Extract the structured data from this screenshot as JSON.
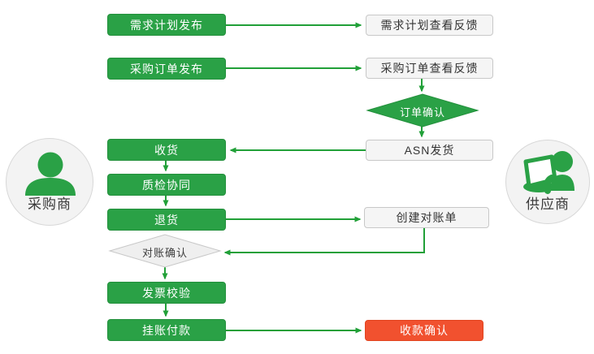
{
  "colors": {
    "process_green": "#2aa146",
    "process_green_border": "#23903c",
    "connector_green": "#21a038",
    "gray_box_bg": "#f5f5f5",
    "gray_box_border": "#c8c8c8",
    "diamond_gray_bg": "#efefef",
    "terminal_red": "#f1512f",
    "text_dark": "#333333",
    "text_white": "#ffffff",
    "actor_circle_bg": "#f3f3f3",
    "actor_circle_border": "#d8d8d8"
  },
  "actors": {
    "buyer": {
      "label": "采购商",
      "icon": "person-icon"
    },
    "supplier": {
      "label": "供应商",
      "icon": "person-laptop-icon"
    }
  },
  "nodes": {
    "demand_plan_publish": {
      "label": "需求计划发布",
      "style": "green"
    },
    "demand_plan_feedback": {
      "label": "需求计划查看反馈",
      "style": "gray"
    },
    "po_publish": {
      "label": "采购订单发布",
      "style": "green"
    },
    "po_feedback": {
      "label": "采购订单查看反馈",
      "style": "gray"
    },
    "order_confirm": {
      "label": "订单确认",
      "style": "green-diamond"
    },
    "asn_ship": {
      "label": "ASN发货",
      "style": "gray"
    },
    "receive": {
      "label": "收货",
      "style": "green"
    },
    "quality_check": {
      "label": "质检协同",
      "style": "green"
    },
    "return_goods": {
      "label": "退货",
      "style": "green"
    },
    "create_statement": {
      "label": "创建对账单",
      "style": "gray"
    },
    "reconcile_confirm": {
      "label": "对账确认",
      "style": "gray-diamond"
    },
    "invoice_verify": {
      "label": "发票校验",
      "style": "green"
    },
    "payment_on_account": {
      "label": "挂账付款",
      "style": "green"
    },
    "receipt_confirm": {
      "label": "收款确认",
      "style": "red"
    }
  }
}
